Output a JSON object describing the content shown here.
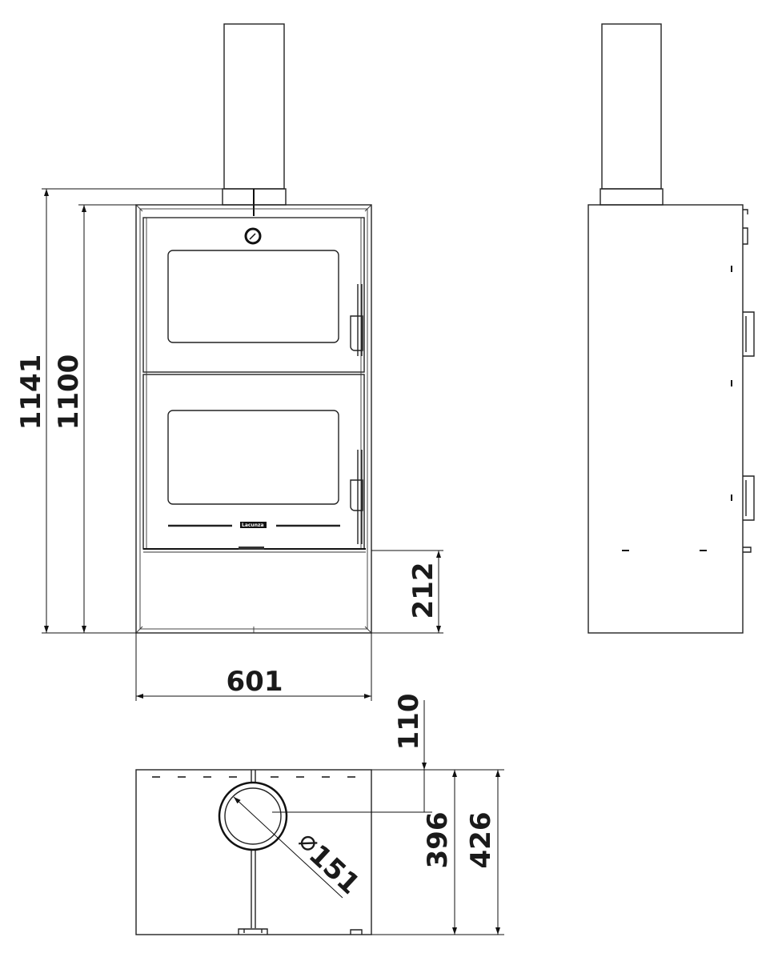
{
  "drawing": {
    "views": [
      "front",
      "side",
      "top"
    ],
    "brand_logo": "Lacunza",
    "line_color": "#222222"
  },
  "dimensions": {
    "total_height": "1141",
    "body_height": "1100",
    "base_height": "212",
    "width": "601",
    "flue_offset": "110",
    "flue_center_depth": "396",
    "depth": "426",
    "flue_diameter_symbol": "⌀",
    "flue_diameter": "151"
  }
}
